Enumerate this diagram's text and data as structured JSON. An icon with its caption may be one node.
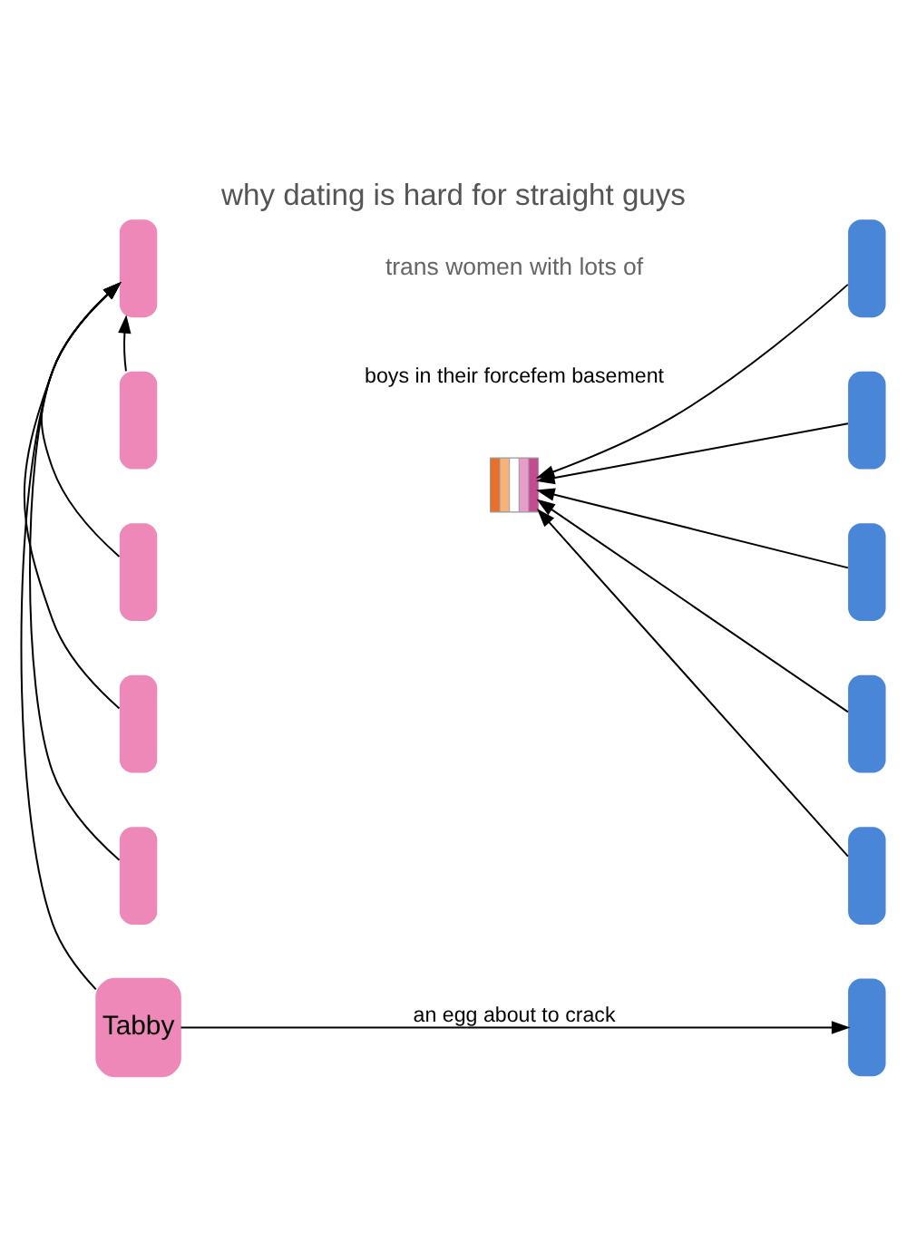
{
  "diagram": {
    "title": "why dating is hard for straight guys",
    "nodes": [
      {
        "text": [],
        "shape": "person"
      },
      {
        "text": [],
        "shape": "person"
      },
      {
        "text": [],
        "shape": "person"
      },
      {
        "text": [],
        "shape": "person"
      },
      {
        "text": [],
        "shape": "person"
      },
      {
        "text": [
          "Tabby"
        ]
      },
      {
        "text": [],
        "shape": "person"
      },
      {
        "text": [],
        "shape": "person"
      },
      {
        "text": [],
        "shape": "person"
      },
      {
        "text": [],
        "shape": "person"
      },
      {
        "text": [],
        "shape": "person"
      },
      {
        "text": [],
        "shape": "person"
      },
      {
        "text": [],
        "shape": "shield"
      }
    ],
    "edges": [
      {
        "from": 1,
        "to": 0,
        "arrow": "to"
      },
      {
        "from": 2,
        "to": 0,
        "arrow": "to"
      },
      {
        "from": 3,
        "to": 0,
        "arrow": "to"
      },
      {
        "from": 4,
        "to": 0,
        "arrow": "to"
      },
      {
        "from": 5,
        "to": 0,
        "arrow": "to"
      },
      {
        "from": 6,
        "to": 12,
        "arrow": "to"
      },
      {
        "from": 7,
        "to": 12,
        "arrow": "to"
      },
      {
        "from": 8,
        "to": 12,
        "arrow": "to"
      },
      {
        "from": 9,
        "to": 12,
        "arrow": "to"
      },
      {
        "from": 10,
        "to": 12,
        "arrow": "to"
      },
      {
        "from": 5,
        "to": 11,
        "label": "an egg about to crack",
        "arrow": "to"
      }
    ],
    "labels": [
      "trans women with lots of",
      "boys in their forcefem basement"
    ]
  }
}
